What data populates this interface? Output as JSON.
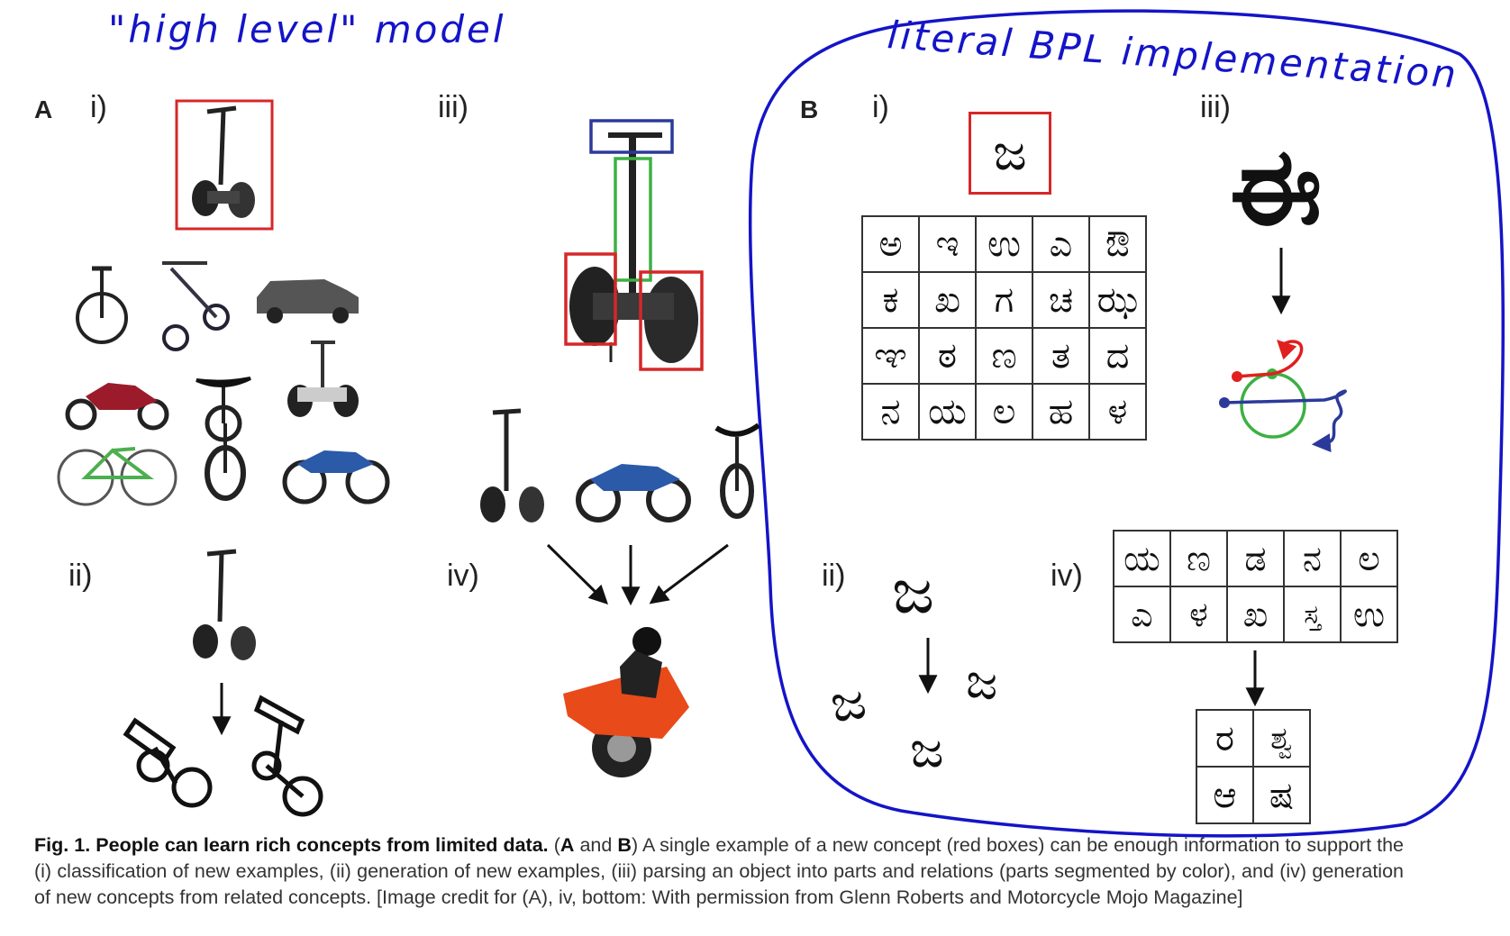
{
  "annotations": {
    "high_level": "\"high level\" model",
    "literal_bpl": "literal BPL implementation"
  },
  "panel_a": {
    "label": "A",
    "sub_i": "i)",
    "sub_ii": "ii)",
    "sub_iii": "iii)",
    "sub_iv": "iv)"
  },
  "panel_b": {
    "label": "B",
    "sub_i": "i)",
    "sub_ii": "ii)",
    "sub_iii": "iii)",
    "sub_iv": "iv)",
    "target_char": "ಜ",
    "grid_i": [
      "ಅ",
      "ಇ",
      "ಉ",
      "ಎ",
      "ಔ",
      "ಕ",
      "ಖ",
      "ಗ",
      "ಚ",
      "ಝ",
      "ಞ",
      "ಠ",
      "ಣ",
      "ತ",
      "ದ",
      "ನ",
      "ಯ",
      "ಲ",
      "ಹ",
      "ಳ"
    ],
    "generated_chars": [
      "ಜ",
      "ಜ",
      "ಜ",
      "ಜ"
    ],
    "parse_char": "ಈ",
    "grid_iv_top": [
      "ಯ",
      "ಣ",
      "ಡ",
      "ನ",
      "ಲ",
      "ಎ",
      "ಳ",
      "ಖ",
      "ಸ್ತ",
      "ಉ"
    ],
    "grid_iv_new": [
      "ರ",
      "ಶ್ವ",
      "ಆ",
      "ಷ"
    ]
  },
  "caption": {
    "fig": "Fig. 1.",
    "title": "People can learn rich concepts from limited data.",
    "paren_open": "(",
    "a": "A",
    "and": " and ",
    "b": "B",
    "body": ") A single example of a new concept (red boxes) can be enough information to support the (i) classification of new examples, (ii) generation of new examples, (iii) parsing an object into parts and relations (parts segmented by color), and (iv) generation of new concepts from related concepts. [Image credit for (A), iv, bottom: With permission from Glenn Roberts and Motorcycle Mojo Magazine]"
  },
  "colors": {
    "annotation_ink": "#1414c8",
    "target_box": "#d62728",
    "part_blue": "#2b3a9a",
    "part_green": "#3cb043",
    "part_red": "#d62728"
  }
}
